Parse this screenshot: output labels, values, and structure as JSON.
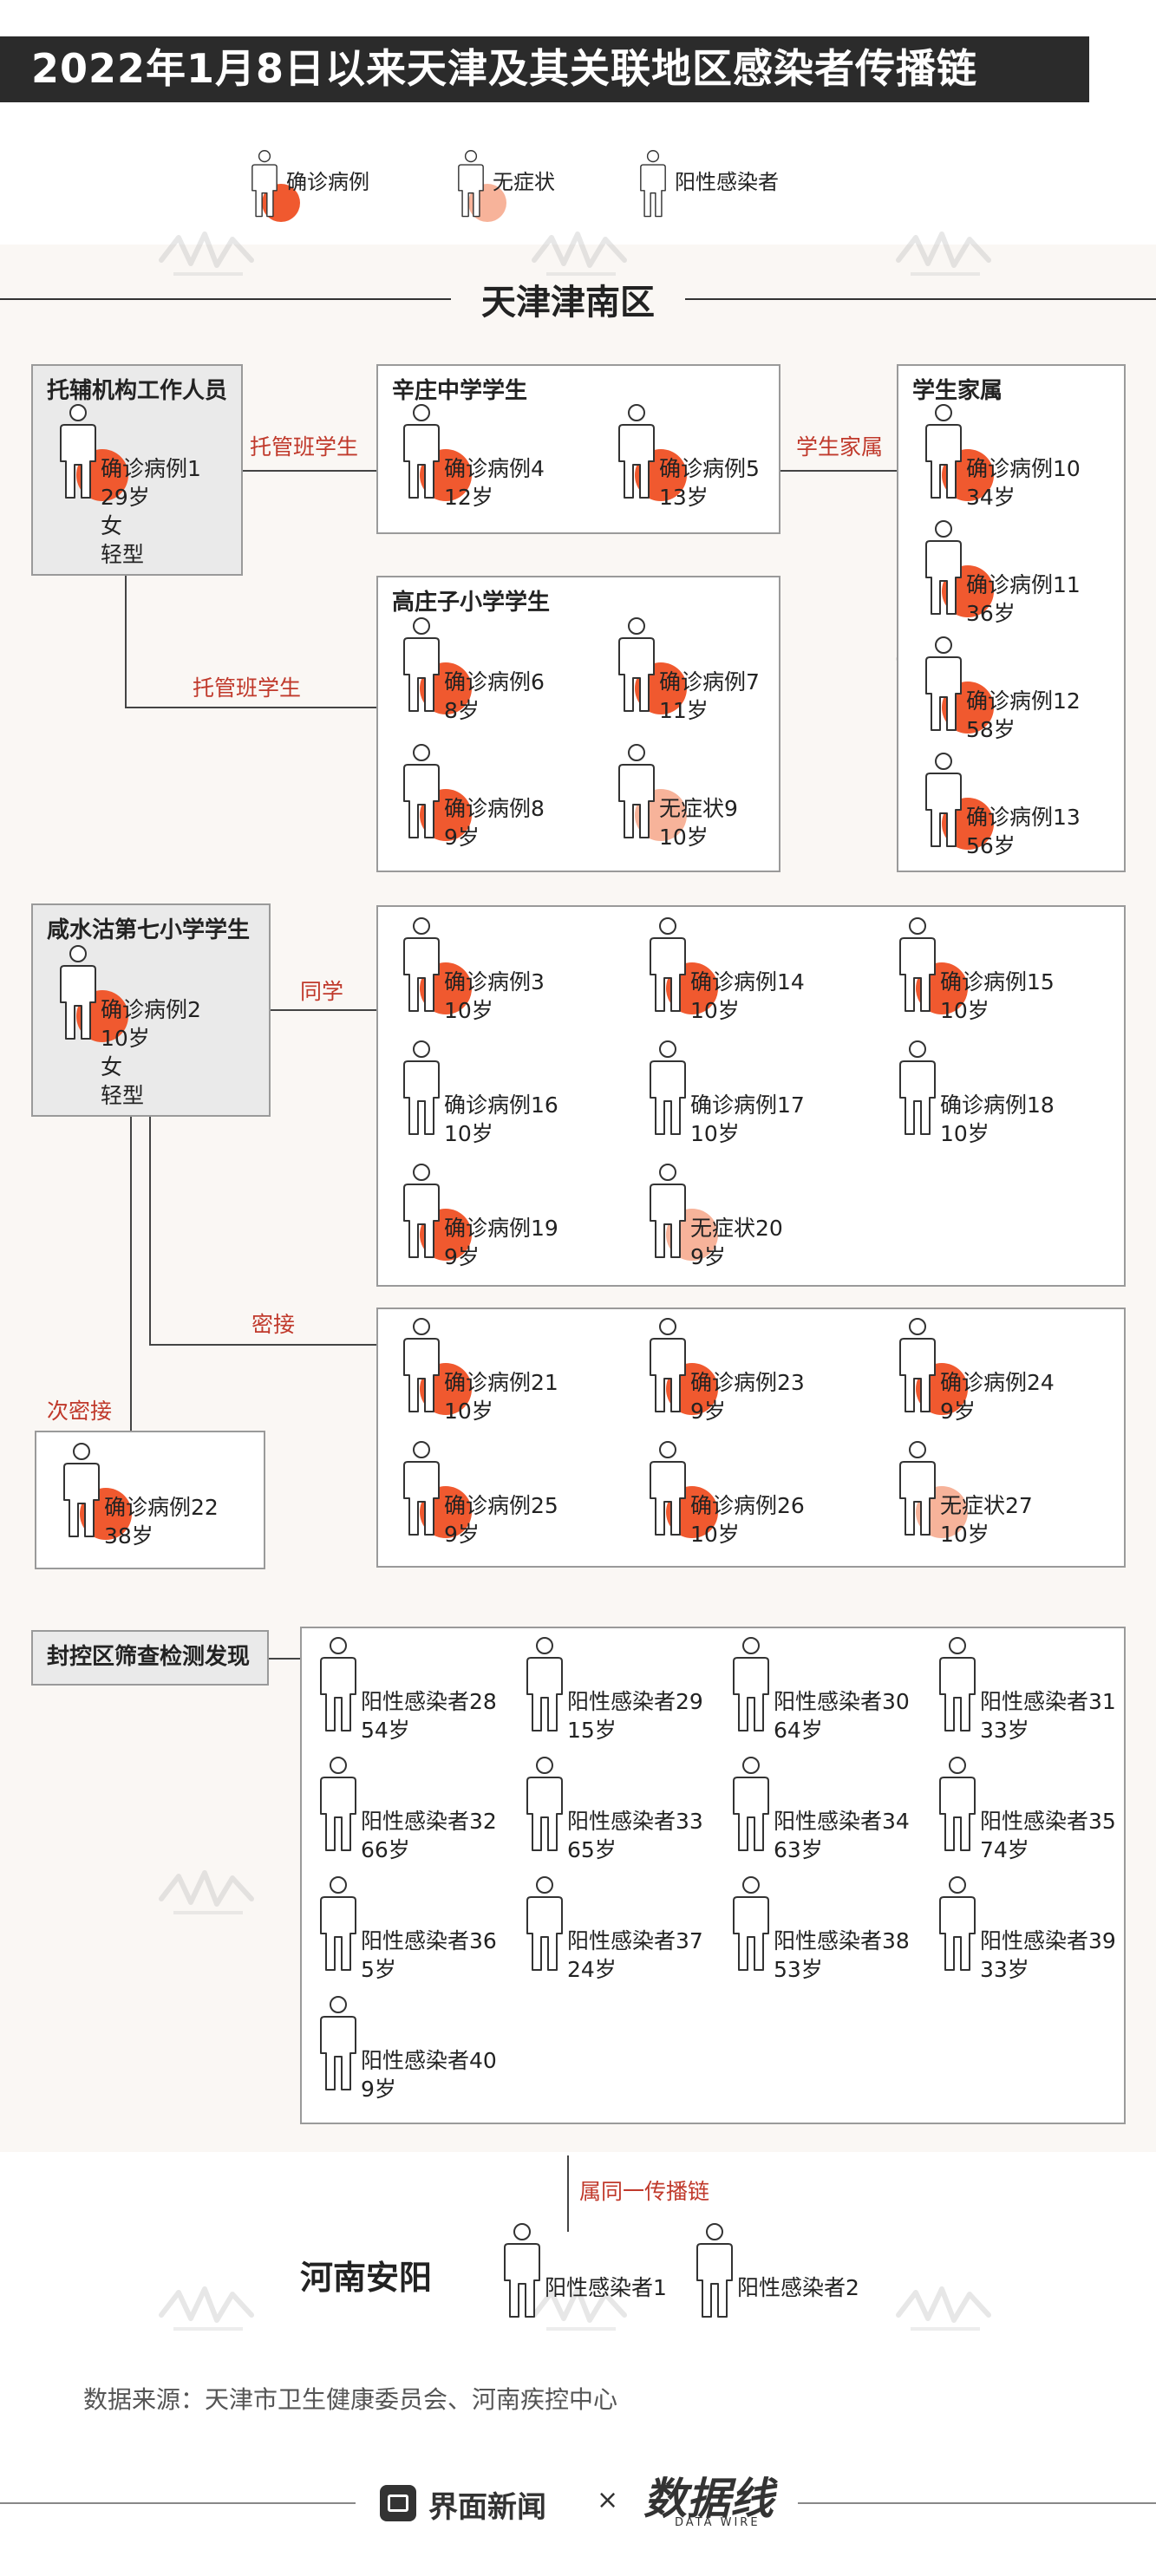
{
  "title": "2022年1月8日以来天津及其关联地区感染者传播链",
  "legend": [
    {
      "label": "确诊病例",
      "kind": "confirmed"
    },
    {
      "label": "无症状",
      "kind": "asymptomatic"
    },
    {
      "label": "阳性感染者",
      "kind": "positive"
    }
  ],
  "colors": {
    "confirmed": "#f0592f",
    "asymptomatic": "#f7b39a",
    "accent_text": "#c0392b",
    "title_bg": "#2b2b2b"
  },
  "region": "天津津南区",
  "groups": {
    "g1": {
      "title": "托辅机构工作人员",
      "person": {
        "name": "确诊病例1",
        "age": "29岁",
        "sex": "女",
        "severity": "轻型",
        "kind": "confirmed"
      }
    },
    "g2": {
      "title": "咸水沽第七小学学生",
      "person": {
        "name": "确诊病例2",
        "age": "10岁",
        "sex": "女",
        "severity": "轻型",
        "kind": "confirmed"
      }
    },
    "xinzhuang": {
      "title": "辛庄中学学生",
      "people": [
        {
          "name": "确诊病例4",
          "age": "12岁",
          "kind": "confirmed"
        },
        {
          "name": "确诊病例5",
          "age": "13岁",
          "kind": "confirmed"
        }
      ]
    },
    "gaozhuangzi": {
      "title": "高庄子小学学生",
      "people": [
        {
          "name": "确诊病例6",
          "age": "8岁",
          "kind": "confirmed"
        },
        {
          "name": "确诊病例7",
          "age": "11岁",
          "kind": "confirmed"
        },
        {
          "name": "确诊病例8",
          "age": "9岁",
          "kind": "confirmed"
        },
        {
          "name": "无症状9",
          "age": "10岁",
          "kind": "asymptomatic"
        }
      ]
    },
    "family": {
      "title": "学生家属",
      "people": [
        {
          "name": "确诊病例10",
          "age": "34岁",
          "kind": "confirmed"
        },
        {
          "name": "确诊病例11",
          "age": "36岁",
          "kind": "confirmed"
        },
        {
          "name": "确诊病例12",
          "age": "58岁",
          "kind": "confirmed"
        },
        {
          "name": "确诊病例13",
          "age": "56岁",
          "kind": "confirmed"
        }
      ]
    },
    "classmates": {
      "people": [
        {
          "name": "确诊病例3",
          "age": "10岁",
          "kind": "confirmed"
        },
        {
          "name": "确诊病例14",
          "age": "10岁",
          "kind": "confirmed"
        },
        {
          "name": "确诊病例15",
          "age": "10岁",
          "kind": "confirmed"
        },
        {
          "name": "确诊病例16",
          "age": "10岁",
          "kind": "none"
        },
        {
          "name": "确诊病例17",
          "age": "10岁",
          "kind": "none"
        },
        {
          "name": "确诊病例18",
          "age": "10岁",
          "kind": "none"
        },
        {
          "name": "确诊病例19",
          "age": "9岁",
          "kind": "confirmed"
        },
        {
          "name": "无症状20",
          "age": "9岁",
          "kind": "asymptomatic"
        }
      ]
    },
    "contacts": {
      "people": [
        {
          "name": "确诊病例21",
          "age": "10岁",
          "kind": "confirmed"
        },
        {
          "name": "确诊病例23",
          "age": "9岁",
          "kind": "confirmed"
        },
        {
          "name": "确诊病例24",
          "age": "9岁",
          "kind": "confirmed"
        },
        {
          "name": "确诊病例25",
          "age": "9岁",
          "kind": "confirmed"
        },
        {
          "name": "确诊病例26",
          "age": "10岁",
          "kind": "confirmed"
        },
        {
          "name": "无症状27",
          "age": "10岁",
          "kind": "asymptomatic"
        }
      ]
    },
    "secondary": {
      "people": [
        {
          "name": "确诊病例22",
          "age": "38岁",
          "kind": "confirmed"
        }
      ]
    },
    "screening": {
      "title": "封控区筛查检测发现",
      "people": [
        {
          "name": "阳性感染者28",
          "age": "54岁",
          "kind": "positive"
        },
        {
          "name": "阳性感染者29",
          "age": "15岁",
          "kind": "positive"
        },
        {
          "name": "阳性感染者30",
          "age": "64岁",
          "kind": "positive"
        },
        {
          "name": "阳性感染者31",
          "age": "33岁",
          "kind": "positive"
        },
        {
          "name": "阳性感染者32",
          "age": "66岁",
          "kind": "positive"
        },
        {
          "name": "阳性感染者33",
          "age": "65岁",
          "kind": "positive"
        },
        {
          "name": "阳性感染者34",
          "age": "63岁",
          "kind": "positive"
        },
        {
          "name": "阳性感染者35",
          "age": "74岁",
          "kind": "positive"
        },
        {
          "name": "阳性感染者36",
          "age": "5岁",
          "kind": "positive"
        },
        {
          "name": "阳性感染者37",
          "age": "24岁",
          "kind": "positive"
        },
        {
          "name": "阳性感染者38",
          "age": "53岁",
          "kind": "positive"
        },
        {
          "name": "阳性感染者39",
          "age": "33岁",
          "kind": "positive"
        },
        {
          "name": "阳性感染者40",
          "age": "9岁",
          "kind": "positive"
        }
      ]
    }
  },
  "edges": {
    "tuoguan1": "托管班学生",
    "tuoguan2": "托管班学生",
    "xueshengjiashu": "学生家属",
    "tongxue": "同学",
    "mijie": "密接",
    "cimijie": "次密接",
    "same_chain": "属同一传播链"
  },
  "henan": {
    "title": "河南安阳",
    "people": [
      {
        "name": "阳性感染者1",
        "age": "",
        "kind": "positive"
      },
      {
        "name": "阳性感染者2",
        "age": "",
        "kind": "positive"
      }
    ]
  },
  "source": "数据来源：天津市卫生健康委员会、河南疾控中心",
  "footer": {
    "brand": "界面新闻",
    "times": "×",
    "partner": "数据线",
    "partner_en": "DATA WIRE"
  }
}
